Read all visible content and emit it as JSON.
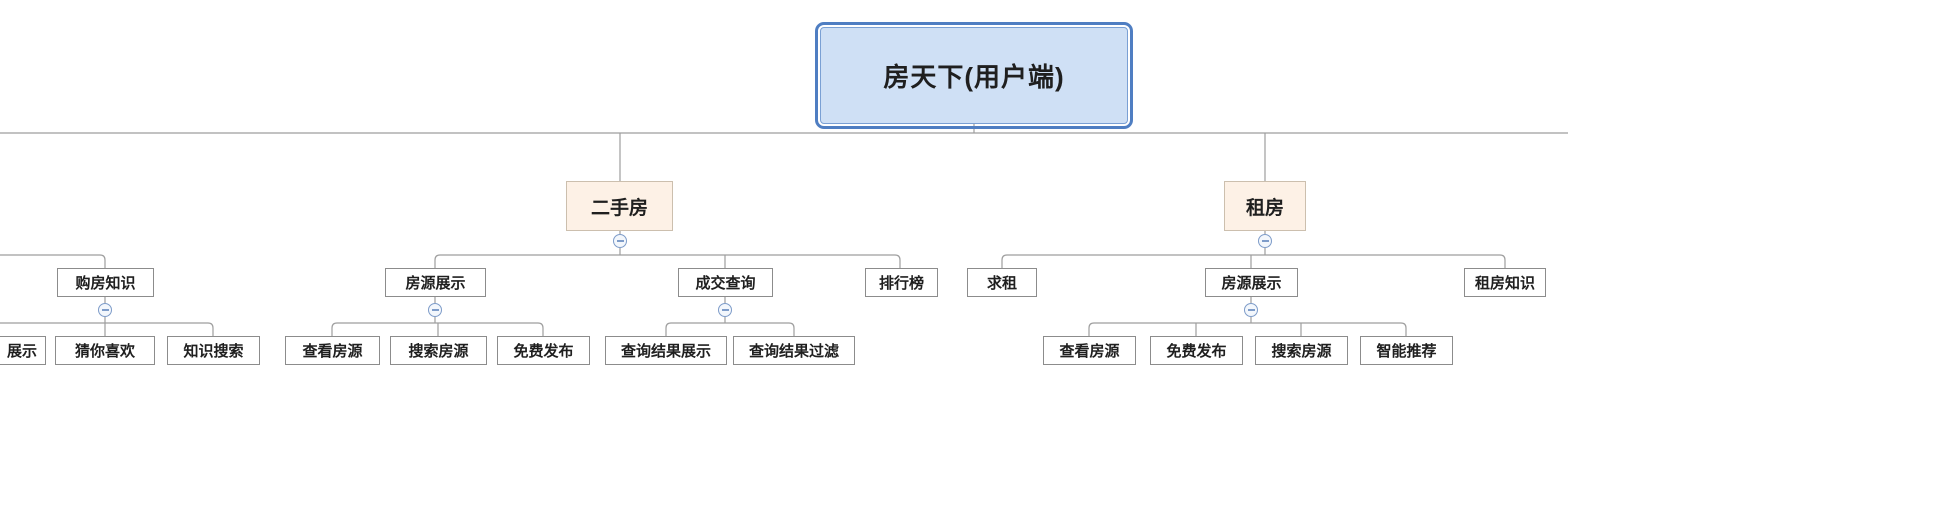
{
  "diagram": {
    "type": "mindmap-org-chart",
    "background": "#ffffff"
  },
  "colors": {
    "root_fill": "#cfe0f5",
    "root_border": "#4f7ec2",
    "branch_fill": "#fdf1e6",
    "branch_border": "#ccbfae",
    "leaf_fill": "#ffffff",
    "leaf_border": "#8c8c8c",
    "connector": "#9e9e9e",
    "collapse_icon": "#7e9cc9"
  },
  "root": {
    "label": "房天下(用户端)"
  },
  "nodes": {
    "second_hand": {
      "label": "二手房"
    },
    "rent": {
      "label": "租房"
    },
    "buy_knowledge": {
      "label": "购房知识"
    },
    "listing_display_1": {
      "label": "房源展示"
    },
    "deal_query": {
      "label": "成交查询"
    },
    "ranking": {
      "label": "排行榜"
    },
    "seek_rent": {
      "label": "求租"
    },
    "listing_display_2": {
      "label": "房源展示"
    },
    "rent_knowledge": {
      "label": "租房知识"
    },
    "display_cut": {
      "label": "展示"
    },
    "guess_you_like": {
      "label": "猜你喜欢"
    },
    "knowledge_search": {
      "label": "知识搜索"
    },
    "view_listings_1": {
      "label": "查看房源"
    },
    "search_listings_1": {
      "label": "搜索房源"
    },
    "free_publish_1": {
      "label": "免费发布"
    },
    "query_result_display": {
      "label": "查询结果展示"
    },
    "query_result_filter": {
      "label": "查询结果过滤"
    },
    "view_listings_2": {
      "label": "查看房源"
    },
    "free_publish_2": {
      "label": "免费发布"
    },
    "search_listings_2": {
      "label": "搜索房源"
    },
    "smart_recommend": {
      "label": "智能推荐"
    }
  },
  "tree": {
    "root": [
      "second_hand",
      "rent"
    ],
    "offscreen_left_branch": [
      "buy_knowledge"
    ],
    "second_hand": [
      "listing_display_1",
      "deal_query",
      "ranking"
    ],
    "rent": [
      "seek_rent",
      "listing_display_2",
      "rent_knowledge"
    ],
    "buy_knowledge": [
      "display_cut",
      "guess_you_like",
      "knowledge_search"
    ],
    "listing_display_1": [
      "view_listings_1",
      "search_listings_1",
      "free_publish_1"
    ],
    "deal_query": [
      "query_result_display",
      "query_result_filter"
    ],
    "listing_display_2": [
      "view_listings_2",
      "free_publish_2",
      "search_listings_2",
      "smart_recommend"
    ]
  }
}
